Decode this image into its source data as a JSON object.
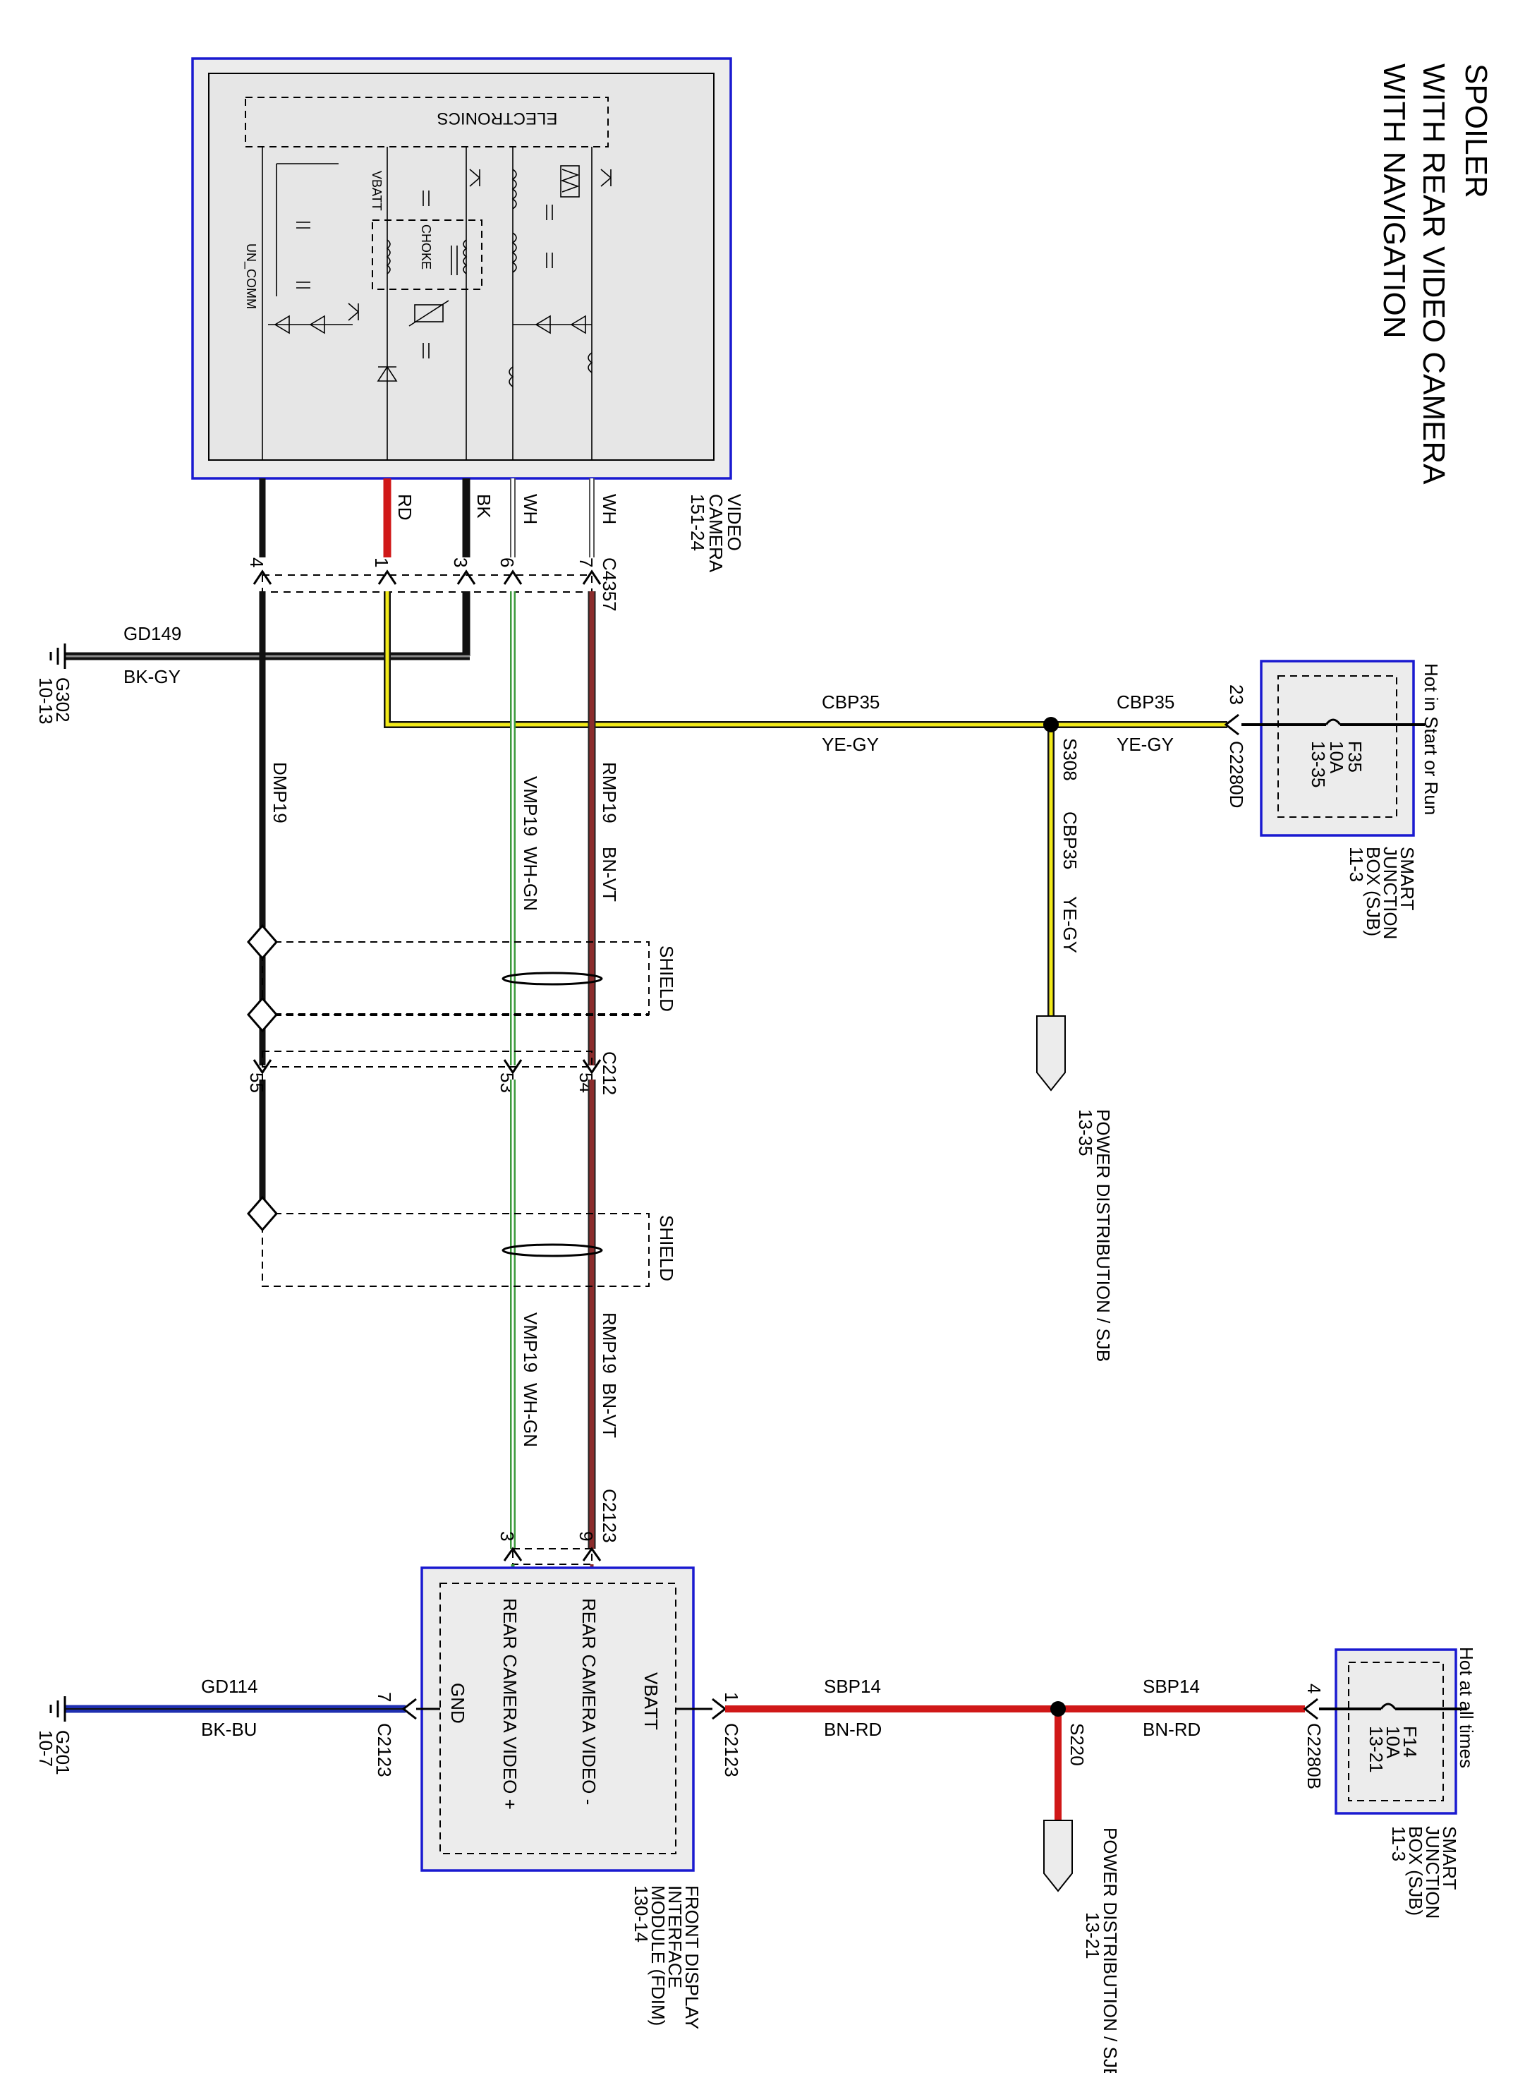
{
  "titles": {
    "line1": "SPOILER",
    "line2": "WITH REAR VIDEO CAMERA",
    "line3": "WITH NAVIGATION"
  },
  "camera": {
    "name_line1": "VIDEO",
    "name_line2": "CAMERA",
    "ref": "151-24",
    "connector": "C4357",
    "electronics": "ELECTRONICS",
    "vbatt": "VBATT",
    "choke": "CHOKE",
    "un_comm": "UN_COMM",
    "pins": [
      "4",
      "1",
      "3",
      "6",
      "7"
    ],
    "wire_colors": [
      "RD",
      "BK",
      "WH",
      "WH"
    ]
  },
  "ground_g302": {
    "circuit": "GD149",
    "color": "BK-GY",
    "name": "G302",
    "ref": "10-13"
  },
  "cbp35": {
    "circuit": "CBP35",
    "color": "YE-GY",
    "splice": "S308",
    "sjb_pin": "23",
    "sjb_connector": "C2280D"
  },
  "sjb_top": {
    "hot": "Hot in Start or Run",
    "fuse": "F35",
    "amps": "10A",
    "ref": "13-35",
    "name_line1": "SMART",
    "name_line2": "JUNCTION",
    "name_line3": "BOX (SJB)",
    "name_ref": "11-3"
  },
  "power_dist_top": {
    "label": "POWER DISTRIBUTION / SJB",
    "ref": "13-35"
  },
  "harness": {
    "dmp": "DMP19",
    "vmp": "VMP19",
    "vmp_color": "WH-GN",
    "rmp": "RMP19",
    "rmp_color": "BN-VT",
    "shield": "SHIELD",
    "c212": "C212",
    "pin55": "55",
    "pin53": "53",
    "pin54": "54",
    "c2123": "C2123",
    "pin3": "3",
    "pin9": "9"
  },
  "fdim": {
    "vbatt": "VBATT",
    "video_minus": "REAR CAMERA VIDEO -",
    "video_plus": "REAR CAMERA VIDEO +",
    "gnd": "GND",
    "name_line1": "FRONT DISPLAY",
    "name_line2": "INTERFACE",
    "name_line3": "MODULE (FDIM)",
    "ref": "130-14",
    "gnd_pin": "7",
    "vbatt_pin": "1",
    "connector": "C2123"
  },
  "ground_g201": {
    "circuit": "GD114",
    "color": "BK-BU",
    "name": "G201",
    "ref": "10-7"
  },
  "sbp14": {
    "circuit": "SBP14",
    "color": "BN-RD",
    "splice": "S220",
    "sjb_pin": "4",
    "sjb_connector": "C2280B"
  },
  "sjb_bottom": {
    "hot": "Hot at all times",
    "fuse": "F14",
    "amps": "10A",
    "ref": "13-21",
    "name_line1": "SMART",
    "name_line2": "JUNCTION",
    "name_line3": "BOX (SJB)",
    "name_ref": "11-3"
  },
  "power_dist_bottom": {
    "label": "POWER DISTRIBUTION / SJB",
    "ref": "13-21"
  },
  "colors": {
    "box_border": "#1a1ad0",
    "wire_red": "#d01818",
    "wire_brown_violet": "#8b2c2c",
    "wire_yellow": "#f2ea1a",
    "wire_green": "#3c9a3c",
    "wire_blue": "#1f2fb0",
    "wire_black": "#111111"
  }
}
